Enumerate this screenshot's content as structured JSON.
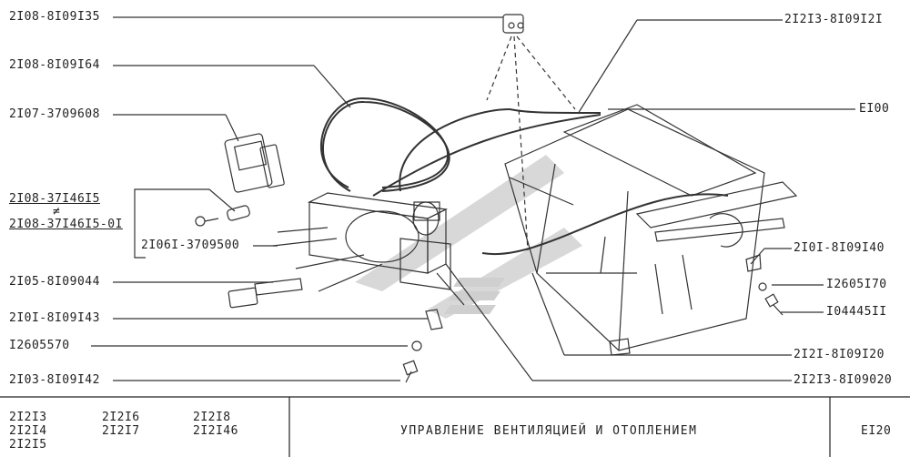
{
  "callouts": {
    "l1": "2I08-8I09I35",
    "l2": "2I08-8I09I64",
    "l3": "2I07-3709608",
    "l4a": "2I08-37I46I5",
    "l4neq": "≠",
    "l4b": "2I08-37I46I5-0I",
    "l5": "2I06I-3709500",
    "l6": "2I05-8I09044",
    "l7": "2I0I-8I09I43",
    "l8": "I2605570",
    "l9": "2I03-8I09I42",
    "r1": "2I2I3-8I09I2I",
    "r2": "EI00",
    "r3": "2I0I-8I09I40",
    "r4": "I2605I70",
    "r5": "I04445II",
    "r6": "2I2I-8I09I20",
    "r7": "2I2I3-8I09020"
  },
  "footer": {
    "models": [
      "2I2I3",
      "2I2I4",
      "2I2I5",
      "2I2I6",
      "2I2I7",
      "2I2I8",
      "2I2I46"
    ],
    "title": "УПРАВЛЕНИЕ  ВЕНТИЛЯЦИЕЙ  И  ОТОПЛЕНИЕМ",
    "page": "EI20"
  }
}
